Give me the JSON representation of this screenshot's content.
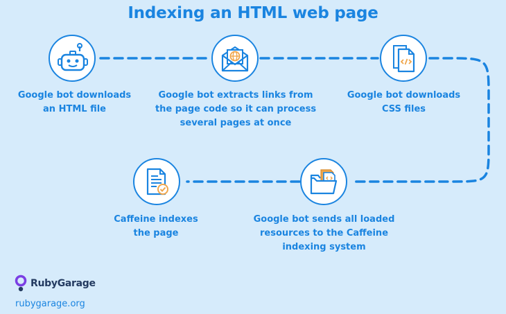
{
  "title": "Indexing an HTML web page",
  "steps": [
    {
      "icon": "robot-icon",
      "lines": [
        "Google bot downloads",
        "an HTML file"
      ]
    },
    {
      "icon": "envelope-globe-icon",
      "lines": [
        "Google bot extracts links from",
        "the page code so it can process",
        "several pages at once"
      ]
    },
    {
      "icon": "css-files-icon",
      "lines": [
        "Google bot downloads",
        "CSS files"
      ]
    },
    {
      "icon": "folder-files-icon",
      "lines": [
        "Google bot sends all loaded",
        "resources to the Caffeine",
        "indexing system"
      ]
    },
    {
      "icon": "document-check-icon",
      "lines": [
        "Caffeine indexes",
        "the page"
      ]
    }
  ],
  "logo": {
    "text": "RubyGarage",
    "icon": "rubygarage-logo-icon"
  },
  "url": "rubygarage.org",
  "colors": {
    "background": "#d6ebfb",
    "accent": "#1a84e0",
    "logo_text": "#243b61",
    "logo_mark": "#7b3fe4",
    "orange": "#f0a64b"
  }
}
